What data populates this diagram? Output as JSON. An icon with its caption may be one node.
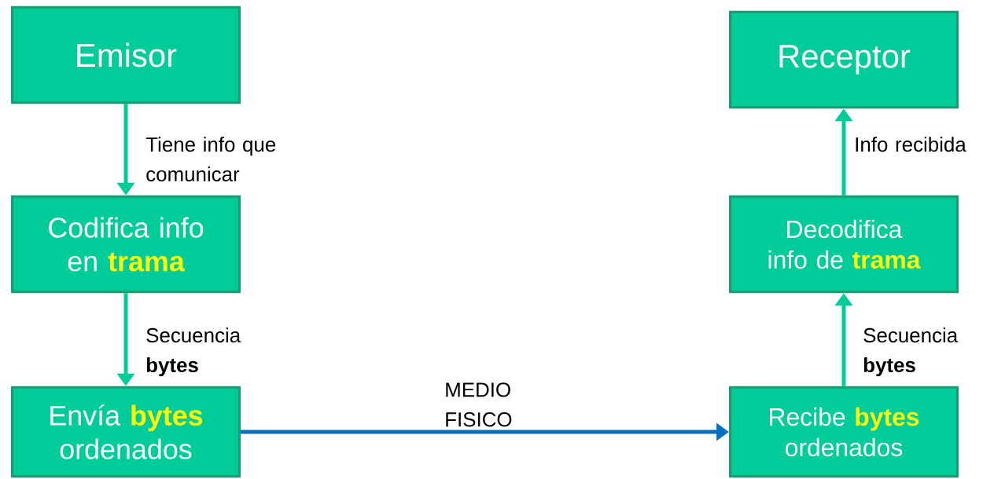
{
  "diagram": {
    "nodes": [
      {
        "text": [
          "Emisor"
        ]
      },
      {
        "text": [
          "Codifica info en **trama**"
        ]
      },
      {
        "text": [
          "Envía **bytes** ordenados"
        ]
      },
      {
        "text": [
          "Receptor"
        ]
      },
      {
        "text": [
          "Decodifica info de **trama**"
        ]
      },
      {
        "text": [
          "Recibe **bytes** ordenados"
        ]
      }
    ],
    "edges": [
      {
        "from": 0,
        "to": 1,
        "arrow": "to",
        "label": "Tiene info que comunicar"
      },
      {
        "from": 1,
        "to": 2,
        "arrow": "to",
        "label": "Secuencia **bytes**"
      },
      {
        "from": 2,
        "to": 5,
        "arrow": "to",
        "label": "MEDIO FISICO",
        "color": "#0070c0"
      },
      {
        "from": 5,
        "to": 4,
        "arrow": "to",
        "label": "Secuencia **bytes**"
      },
      {
        "from": 4,
        "to": 3,
        "arrow": "to",
        "label": "Info recibida"
      }
    ]
  }
}
